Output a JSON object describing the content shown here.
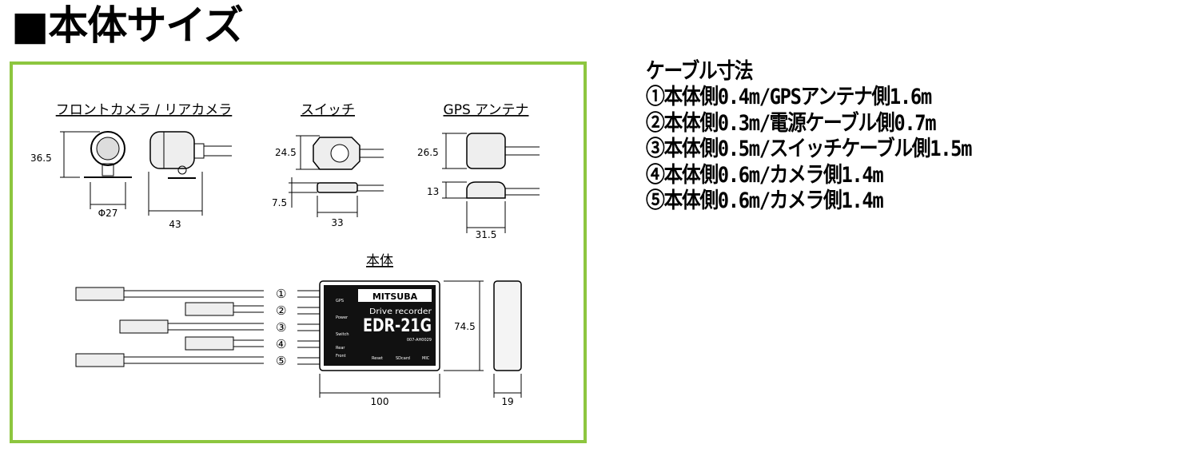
{
  "page_title": "■本体サイズ",
  "frame_color": "#8dc63f",
  "diagram": {
    "camera": {
      "label": "フロントカメラ / リアカメラ",
      "height": "36.5",
      "diameter": "Φ27",
      "length": "43"
    },
    "switch": {
      "label": "スイッチ",
      "height": "24.5",
      "thickness": "7.5",
      "width": "33"
    },
    "gps": {
      "label": "GPS アンテナ",
      "height": "26.5",
      "thickness": "13",
      "width": "31.5"
    },
    "body": {
      "label": "本体",
      "brand": "MITSUBA",
      "subtitle": "Drive recorder",
      "model": "EDR-21G",
      "cert": "007-AH0029",
      "ports": [
        "GPS",
        "Power",
        "Switch",
        "Rear",
        "Front"
      ],
      "bottom_ports": [
        "Reset",
        "SDcard",
        "MIC"
      ],
      "height": "74.5",
      "width": "100",
      "depth": "19",
      "cable_numbers": [
        "①",
        "②",
        "③",
        "④",
        "⑤"
      ]
    }
  },
  "cables": {
    "heading": "ケーブル寸法",
    "lines": [
      "①本体側0.4m/GPSアンテナ側1.6m",
      "②本体側0.3m/電源ケーブル側0.7m",
      "③本体側0.5m/スイッチケーブル側1.5m",
      "④本体側0.6m/カメラ側1.4m",
      "⑤本体側0.6m/カメラ側1.4m"
    ]
  }
}
